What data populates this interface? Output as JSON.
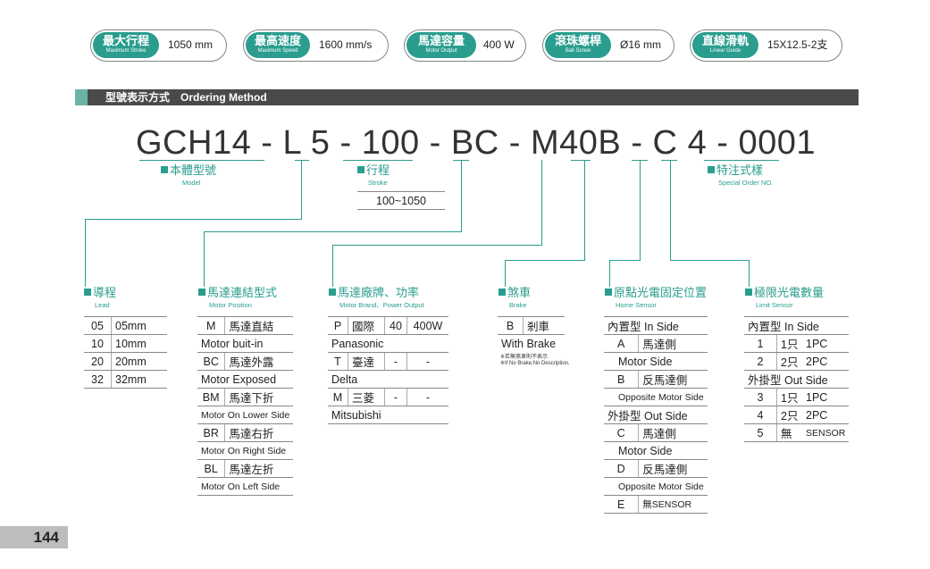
{
  "specs": [
    {
      "zh": "最大行程",
      "en": "Maximum Stroke",
      "value": "1050 mm"
    },
    {
      "zh": "最高速度",
      "en": "Maximum Speed",
      "value": "1600 mm/s"
    },
    {
      "zh": "馬達容量",
      "en": "Motor Output",
      "value": "400 W"
    },
    {
      "zh": "滾珠螺桿",
      "en": "Ball Screw",
      "value": "Ø16 mm"
    },
    {
      "zh": "直線滑軌",
      "en": "Linear Guide",
      "value": "15X12.5-2支"
    }
  ],
  "section_title": "型號表示方式　Ordering Method",
  "code": {
    "model": "GCH14",
    "lead": "L",
    "lead_val": "5",
    "stroke": "100",
    "position": "BC",
    "brand": "M40",
    "brake": "B",
    "home": "C",
    "limit": "4",
    "special": "0001",
    "dash": " - "
  },
  "labels": {
    "model": {
      "zh": "本體型號",
      "en": "Model"
    },
    "stroke": {
      "zh": "行程",
      "en": "Stroke",
      "range": "100~1050"
    },
    "special": {
      "zh": "特注式樣",
      "en": "Special Order NO."
    },
    "lead": {
      "zh": "導程",
      "en": "Lead"
    },
    "position": {
      "zh": "馬達連結型式",
      "en": "Motor Position"
    },
    "brand": {
      "zh": "馬達廠牌、功率",
      "en": "Motor Brand、Power Output"
    },
    "brake": {
      "zh": "煞車",
      "en": "Brake"
    },
    "home": {
      "zh": "原點光電固定位置",
      "en": "Home Sensor"
    },
    "limit": {
      "zh": "極限光電數量",
      "en": "Limit Sensor"
    }
  },
  "lead_table": [
    {
      "code": "05",
      "value": "05mm"
    },
    {
      "code": "10",
      "value": "10mm"
    },
    {
      "code": "20",
      "value": "20mm"
    },
    {
      "code": "32",
      "value": "32mm"
    }
  ],
  "position_table": [
    {
      "code": "M",
      "zh": "馬達直結",
      "en": "Motor buit-in"
    },
    {
      "code": "BC",
      "zh": "馬達外露",
      "en": "Motor Exposed"
    },
    {
      "code": "BM",
      "zh": "馬達下折",
      "en": "Motor On Lower Side"
    },
    {
      "code": "BR",
      "zh": "馬達右折",
      "en": "Motor On Right Side"
    },
    {
      "code": "BL",
      "zh": "馬達左折",
      "en": "Motor On Left Side"
    }
  ],
  "brand_table": [
    {
      "code": "P",
      "zh": "國際",
      "power": "40",
      "output": "400W",
      "en": "Panasonic"
    },
    {
      "code": "T",
      "zh": "臺達",
      "power": "-",
      "output": "-",
      "en": "Delta"
    },
    {
      "code": "M",
      "zh": "三菱",
      "power": "-",
      "output": "-",
      "en": "Mitsubishi"
    }
  ],
  "brake_table": {
    "code": "B",
    "zh": "剎車",
    "en": "With Brake",
    "note_zh": "※若無煞車則不表示",
    "note_en": "※If No Brake,No Description."
  },
  "home_table": {
    "in_header": "內置型 In Side",
    "out_header": "外掛型 Out Side",
    "rows": [
      {
        "code": "A",
        "zh": "馬達側",
        "en": "Motor Side"
      },
      {
        "code": "B",
        "zh": "反馬達側",
        "en": "Opposite Motor Side"
      },
      {
        "code": "C",
        "zh": "馬達側",
        "en": "Motor Side"
      },
      {
        "code": "D",
        "zh": "反馬達側",
        "en": "Opposite Motor Side"
      },
      {
        "code": "E",
        "zh": "無SENSOR"
      }
    ]
  },
  "limit_table": {
    "in_header": "內置型 In Side",
    "out_header": "外掛型 Out Side",
    "rows": [
      {
        "code": "1",
        "zh": "1只",
        "en": "1PC"
      },
      {
        "code": "2",
        "zh": "2只",
        "en": "2PC"
      },
      {
        "code": "3",
        "zh": "1只",
        "en": "1PC"
      },
      {
        "code": "4",
        "zh": "2只",
        "en": "2PC"
      },
      {
        "code": "5",
        "zh": "無",
        "en": "SENSOR"
      }
    ]
  },
  "page_number": "144",
  "colors": {
    "accent": "#2a9d8f",
    "bar": "#4a4a4a",
    "pill_border": "#7a8a87"
  }
}
